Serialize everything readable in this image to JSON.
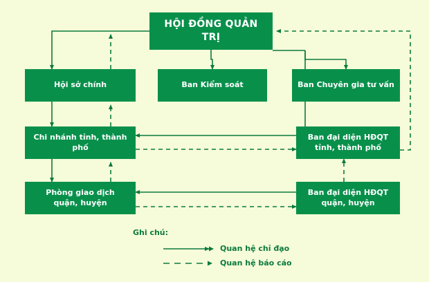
{
  "diagram": {
    "title": "HỘI ĐỒNG QUẢN TRỊ",
    "colors": {
      "background": "#f6fbd9",
      "node_fill": "#08904b",
      "node_text": "#ffffff",
      "line": "#0c7a3f",
      "legend_text": "#0c7a3f"
    },
    "nodes": [
      {
        "id": "board",
        "label": "HỘI ĐỒNG QUẢN TRỊ",
        "level": 0
      },
      {
        "id": "hq",
        "label": "Hội sở chính",
        "level": 1
      },
      {
        "id": "control",
        "label": "Ban Kiểm soát",
        "level": 1
      },
      {
        "id": "advisory",
        "label": "Ban Chuyên gia tư vấn",
        "level": 1
      },
      {
        "id": "branch",
        "label": "Chi nhánh tỉnh, thành phố",
        "level": 2
      },
      {
        "id": "rep_prov",
        "label": "Ban đại diện HĐQT\ntỉnh, thành phố",
        "level": 2
      },
      {
        "id": "office",
        "label": "Phòng giao dịch\nquận, huyện",
        "level": 3
      },
      {
        "id": "rep_dist",
        "label": "Ban đại diện HĐQT\nquận, huyện",
        "level": 3
      }
    ],
    "edges": [
      {
        "from": "board",
        "to": "hq",
        "style": "solid",
        "relation": "chi_dao"
      },
      {
        "from": "board",
        "to": "control",
        "style": "solid",
        "relation": "chi_dao"
      },
      {
        "from": "board",
        "to": "advisory",
        "style": "solid",
        "relation": "chi_dao"
      },
      {
        "from": "board",
        "to": "rep_prov",
        "style": "solid",
        "relation": "chi_dao"
      },
      {
        "from": "hq",
        "to": "branch",
        "style": "solid",
        "relation": "chi_dao"
      },
      {
        "from": "branch",
        "to": "office",
        "style": "solid",
        "relation": "chi_dao"
      },
      {
        "from": "rep_prov",
        "to": "branch",
        "style": "solid",
        "relation": "chi_dao"
      },
      {
        "from": "rep_dist",
        "to": "office",
        "style": "solid",
        "relation": "chi_dao"
      },
      {
        "from": "hq",
        "to": "board",
        "style": "dashed",
        "relation": "bao_cao"
      },
      {
        "from": "branch",
        "to": "hq",
        "style": "dashed",
        "relation": "bao_cao"
      },
      {
        "from": "office",
        "to": "branch",
        "style": "dashed",
        "relation": "bao_cao"
      },
      {
        "from": "branch",
        "to": "rep_prov",
        "style": "dashed",
        "relation": "bao_cao"
      },
      {
        "from": "office",
        "to": "rep_dist",
        "style": "dashed",
        "relation": "bao_cao"
      },
      {
        "from": "rep_prov",
        "to": "board",
        "style": "dashed",
        "relation": "bao_cao"
      },
      {
        "from": "rep_dist",
        "to": "rep_prov",
        "style": "dashed",
        "relation": "bao_cao"
      }
    ]
  },
  "legend": {
    "title": "Ghi chú:",
    "items": [
      {
        "style": "solid",
        "label": "Quan hệ chỉ đạo"
      },
      {
        "style": "dashed",
        "label": "Quan hệ báo cáo"
      }
    ]
  }
}
